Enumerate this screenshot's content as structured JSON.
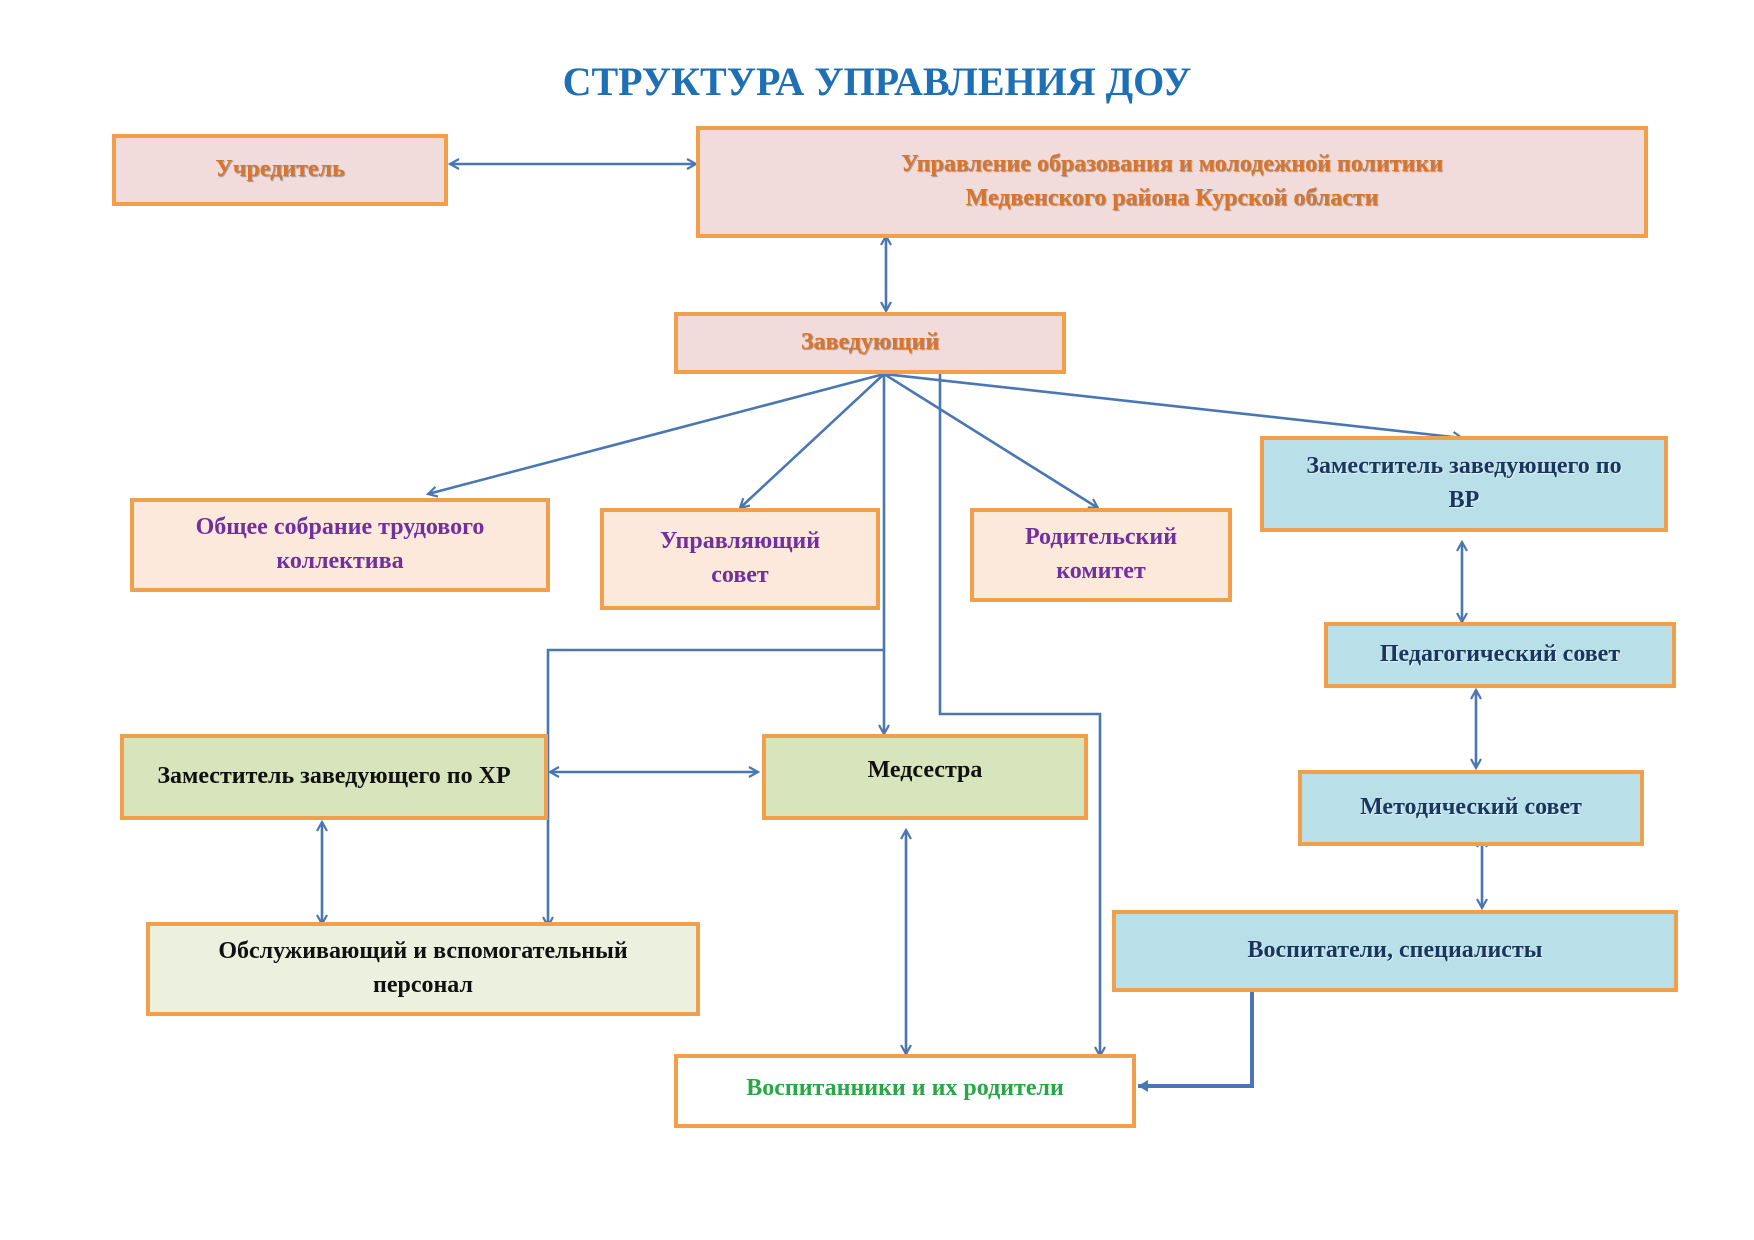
{
  "title": "СТРУКТУРА УПРАВЛЕНИЯ ДОУ",
  "nodes": {
    "founder": "Учредитель",
    "department_line1": "Управление образования и молодежной политики",
    "department_line2": "Медвенского района Курской области",
    "head": "Заведующий",
    "general_meeting": "Общее собрание трудового коллектива",
    "managing_council": "Управляющий совет",
    "parent_committee": "Родительский комитет",
    "deputy_edu": "Заместитель заведующего по ВР",
    "pedagogical_council": "Педагогический совет",
    "methodical_council": "Методический совет",
    "educators": "Воспитатели, специалисты",
    "deputy_admin": "Заместитель заведующего по ХР",
    "nurse": "Медсестра",
    "support_staff": "Обслуживающий и вспомогательный персонал",
    "pupils_parents": "Воспитанники и их родители"
  },
  "colors": {
    "title": "#1f6fb5",
    "border": "#f0a04b",
    "connector": "#4a77b4"
  }
}
